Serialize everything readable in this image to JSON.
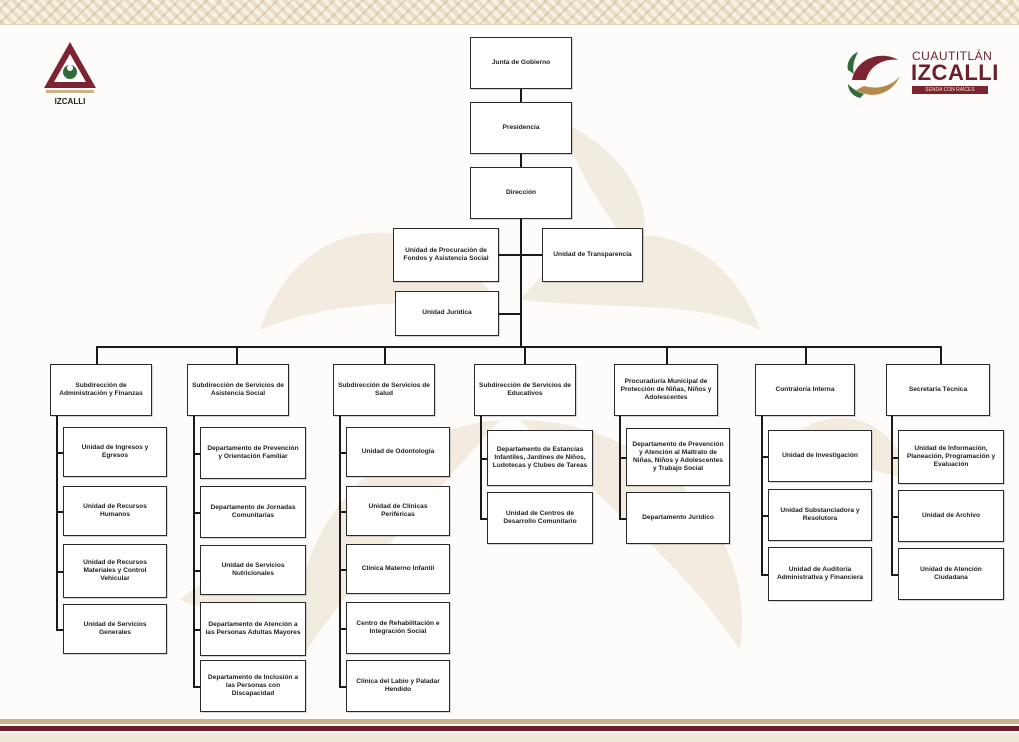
{
  "logos": {
    "left_label": "IZCALLI",
    "right_line1": "CUAUTITLÁN",
    "right_line2": "IZCALLI",
    "right_line3": "SENDA CON RAÍCES"
  },
  "top": {
    "junta": "Junta de Gobierno",
    "presidencia": "Presidencia",
    "direccion": "Dirección",
    "procuracion": "Unidad de Procuración de Fondos y Asistencia Social",
    "transparencia": "Unidad de Transparencia",
    "juridica": "Unidad Jurídica"
  },
  "columns": [
    {
      "head": "Subdirección de Administración y Finanzas",
      "items": [
        "Unidad de Ingresos y Egresos",
        "Unidad de Recursos Humanos",
        "Unidad de Recursos Materiales y Control Vehicular",
        "Unidad de Servicios Generales"
      ]
    },
    {
      "head": "Subdirección de Servicios de Asistencia Social",
      "items": [
        "Departamento de Prevención y Orientación Familiar",
        "Departamento de Jornadas Comunitarias",
        "Unidad de Servicios Nutricionales",
        "Departamento de Atención a las Personas Adultas Mayores",
        "Departamento de Inclusión a las Personas con Discapacidad"
      ]
    },
    {
      "head": "Subdirección de Servicios de Salud",
      "items": [
        "Unidad de Odontología",
        "Unidad de Clínicas Periféricas",
        "Clínica Materno Infantil",
        "Centro de Rehabilitación e Integración Social",
        "Clínica del Labio y Paladar Hendido"
      ]
    },
    {
      "head": "Subdirección de Servicios de Educativos",
      "items": [
        "Departamento de Estancias Infantiles, Jardines de Niños, Ludotecas y Clubes de Tareas",
        "Unidad de Centros de Desarrollo Comunitario"
      ]
    },
    {
      "head": "Procuraduría Municipal de Protección de Niñas, Niños y Adolescentes",
      "items": [
        "Departamento de Prevención y Atención al Maltrato de Niñas, Niños y Adolescentes y Trabajo Social",
        "Departamento Jurídico"
      ]
    },
    {
      "head": "Contraloría Interna",
      "items": [
        "Unidad de Investigación",
        "Unidad Substanciadora y Resolutora",
        "Unidad de Auditoría Administrativa y Financiera"
      ]
    },
    {
      "head": "Secretaría Técnica",
      "items": [
        "Unidad de Información, Planeación, Programación y Evaluación",
        "Unidad de Archivo",
        "Unidad de Atención Ciudadana"
      ]
    }
  ],
  "colors": {
    "box_border": "#2a2a2a",
    "line": "#1a1a1a",
    "accent_wine": "#6b1f2a",
    "accent_gold": "#c9b38a",
    "watermark": "#efe6d6"
  }
}
